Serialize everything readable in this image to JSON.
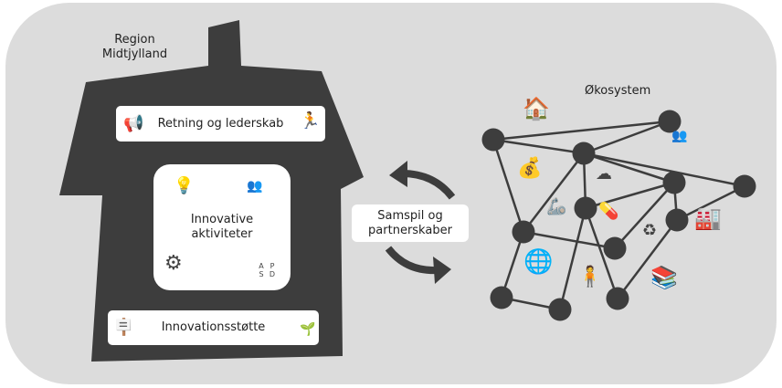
{
  "region_label": "Region\nMidtjylland",
  "house": {
    "direction": "Retning og lederskab",
    "activities": "Innovative\naktiviteter",
    "support": "Innovationsstøtte",
    "apsd": [
      "A",
      "P",
      "S",
      "D"
    ]
  },
  "interaction": "Samspil og\npartnerskaber",
  "ecosystem_label": "Økosystem",
  "colors": {
    "background": "#dcdcdc",
    "house": "#3d3d3d",
    "node": "#3d3d3d",
    "box": "#ffffff"
  },
  "icons": [
    "megaphone-icon",
    "runner-icon",
    "lightbulb-icon",
    "network-people-icon",
    "gears-icon",
    "apsd-icon",
    "signpost-icon",
    "plants-icon",
    "health-house-icon",
    "money-icon",
    "cloud-lock-icon",
    "robot-arm-icon",
    "pills-icon",
    "recycle-icon",
    "factory-icon",
    "globe-icon",
    "person-icon",
    "books-icon",
    "people-network-icon"
  ]
}
